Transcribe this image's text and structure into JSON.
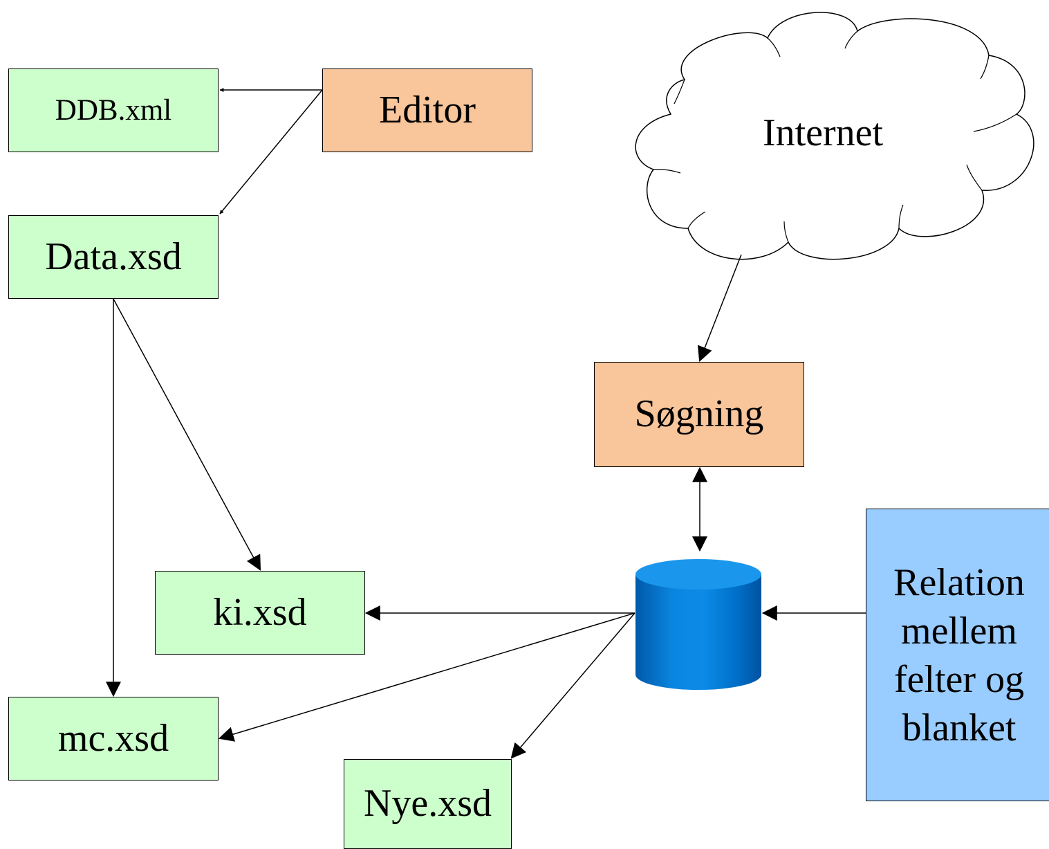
{
  "nodes": {
    "ddb": "DDB.xml",
    "editor": "Editor",
    "data": "Data.xsd",
    "internet": "Internet",
    "sogning": "Søgning",
    "ki": "ki.xsd",
    "mc": "mc.xsd",
    "nye": "Nye.xsd",
    "relation": [
      "Relation",
      "mellem",
      "felter og",
      "blanket"
    ]
  },
  "colors": {
    "file_box": "#ccffcc",
    "process_box": "#f9c59a",
    "relation_box": "#99ccff",
    "database": "#0077cc"
  }
}
